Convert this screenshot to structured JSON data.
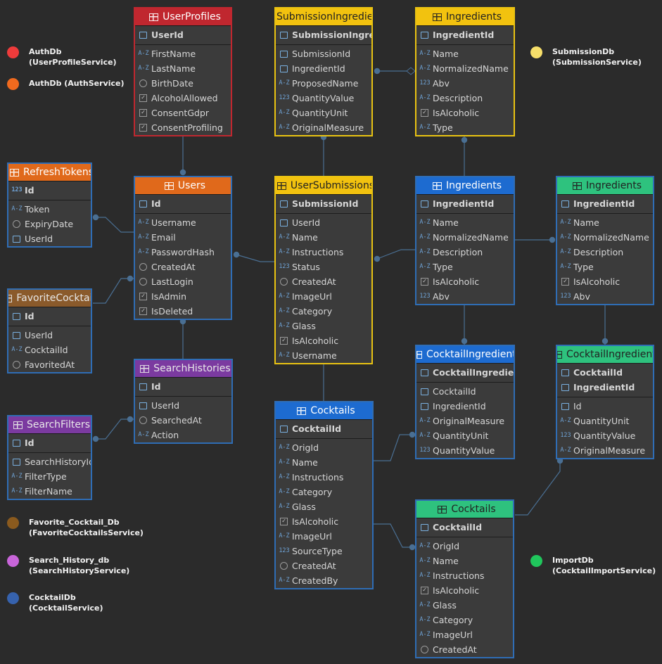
{
  "legends": [
    {
      "line1": "AuthDb",
      "line2": "(UserProfileService)",
      "color": "#ee3b3b"
    },
    {
      "line1": "AuthDb (AuthService)",
      "line2": "",
      "color": "#f06a1e"
    },
    {
      "line1": "SubmissionDb",
      "line2": "(SubmissionService)",
      "color": "#f7df6a"
    },
    {
      "line1": "Favorite_Cocktail_Db",
      "line2": "(FavoriteCocktailsService)",
      "color": "#8a5a1e"
    },
    {
      "line1": "Search_History_db",
      "line2": "(SearchHistoryService)",
      "color": "#c865d9"
    },
    {
      "line1": "CocktailDb",
      "line2": "(CocktailService)",
      "color": "#3662ad"
    },
    {
      "line1": "ImportDb",
      "line2": "(CocktailImportService)",
      "color": "#20c65c"
    }
  ],
  "tables": [
    {
      "id": "user-profiles",
      "title": "UserProfiles",
      "hdr": "#c0272f",
      "fg": "#ffffff",
      "border": "#c0272f",
      "pk": [
        [
          "key",
          "UserId"
        ]
      ],
      "cols": [
        [
          "az",
          "FirstName"
        ],
        [
          "az",
          "LastName"
        ],
        [
          "clk",
          "BirthDate"
        ],
        [
          "cb",
          "AlcoholAllowed"
        ],
        [
          "cb",
          "ConsentGdpr"
        ],
        [
          "cb",
          "ConsentProfiling"
        ]
      ]
    },
    {
      "id": "submission-ingredients",
      "title": "SubmissionIngredients",
      "hdr": "#f2c20f",
      "fg": "#222222",
      "border": "#e9c312",
      "pk": [
        [
          "key",
          "SubmissionIngredientId"
        ]
      ],
      "cols": [
        [
          "key",
          "SubmissionId"
        ],
        [
          "key",
          "IngredientId"
        ],
        [
          "az",
          "ProposedName"
        ],
        [
          "123",
          "QuantityValue"
        ],
        [
          "az",
          "QuantityUnit"
        ],
        [
          "az",
          "OriginalMeasure"
        ]
      ]
    },
    {
      "id": "ingredients-submission",
      "title": "Ingredients",
      "hdr": "#f2c20f",
      "fg": "#222222",
      "border": "#e9c312",
      "pk": [
        [
          "key",
          "IngredientId"
        ]
      ],
      "cols": [
        [
          "az",
          "Name"
        ],
        [
          "az",
          "NormalizedName"
        ],
        [
          "123",
          "Abv"
        ],
        [
          "az",
          "Description"
        ],
        [
          "cb",
          "IsAlcoholic"
        ],
        [
          "az",
          "Type"
        ]
      ]
    },
    {
      "id": "refresh-tokens",
      "title": "RefreshTokens",
      "hdr": "#e0691b",
      "fg": "#ffffff",
      "border": "#2f6db5",
      "pk": [
        [
          "123",
          "Id"
        ]
      ],
      "cols": [
        [
          "az",
          "Token"
        ],
        [
          "clk",
          "ExpiryDate"
        ],
        [
          "key",
          "UserId"
        ]
      ]
    },
    {
      "id": "users",
      "title": "Users",
      "hdr": "#e0691b",
      "fg": "#ffffff",
      "border": "#2f6db5",
      "pk": [
        [
          "key",
          "Id"
        ]
      ],
      "cols": [
        [
          "az",
          "Username"
        ],
        [
          "az",
          "Email"
        ],
        [
          "az",
          "PasswordHash"
        ],
        [
          "clk",
          "CreatedAt"
        ],
        [
          "clk",
          "LastLogin"
        ],
        [
          "cb",
          "IsAdmin"
        ],
        [
          "cb",
          "IsDeleted"
        ]
      ]
    },
    {
      "id": "user-submissions",
      "title": "UserSubmissions",
      "hdr": "#f2c20f",
      "fg": "#222222",
      "border": "#e9c312",
      "pk": [
        [
          "key",
          "SubmissionId"
        ]
      ],
      "cols": [
        [
          "key",
          "UserId"
        ],
        [
          "az",
          "Name"
        ],
        [
          "az",
          "Instructions"
        ],
        [
          "123",
          "Status"
        ],
        [
          "clk",
          "CreatedAt"
        ],
        [
          "az",
          "ImageUrl"
        ],
        [
          "az",
          "Category"
        ],
        [
          "az",
          "Glass"
        ],
        [
          "cb",
          "IsAlcoholic"
        ],
        [
          "az",
          "Username"
        ]
      ]
    },
    {
      "id": "ingredients-cocktail",
      "title": "Ingredients",
      "hdr": "#1d6bd0",
      "fg": "#ffffff",
      "border": "#2f6db5",
      "pk": [
        [
          "key",
          "IngredientId"
        ]
      ],
      "cols": [
        [
          "az",
          "Name"
        ],
        [
          "az",
          "NormalizedName"
        ],
        [
          "az",
          "Description"
        ],
        [
          "az",
          "Type"
        ],
        [
          "cb",
          "IsAlcoholic"
        ],
        [
          "123",
          "Abv"
        ]
      ]
    },
    {
      "id": "ingredients-import",
      "title": "Ingredients",
      "hdr": "#2ec27e",
      "fg": "#222222",
      "border": "#2f6db5",
      "pk": [
        [
          "key",
          "IngredientId"
        ]
      ],
      "cols": [
        [
          "az",
          "Name"
        ],
        [
          "az",
          "NormalizedName"
        ],
        [
          "az",
          "Description"
        ],
        [
          "az",
          "Type"
        ],
        [
          "cb",
          "IsAlcoholic"
        ],
        [
          "123",
          "Abv"
        ]
      ]
    },
    {
      "id": "favorite-cocktails",
      "title": "FavoriteCocktails",
      "hdr": "#8a5a2b",
      "fg": "#e8e8e8",
      "border": "#2f6db5",
      "pk": [
        [
          "key",
          "Id"
        ]
      ],
      "cols": [
        [
          "key",
          "UserId"
        ],
        [
          "az",
          "CocktailId"
        ],
        [
          "clk",
          "FavoritedAt"
        ]
      ]
    },
    {
      "id": "search-histories",
      "title": "SearchHistories",
      "hdr": "#7b3aa0",
      "fg": "#e8e8e8",
      "border": "#2f6db5",
      "pk": [
        [
          "key",
          "Id"
        ]
      ],
      "cols": [
        [
          "key",
          "UserId"
        ],
        [
          "clk",
          "SearchedAt"
        ],
        [
          "az",
          "Action"
        ]
      ]
    },
    {
      "id": "cocktail-ingredients",
      "title": "CocktailIngredients",
      "hdr": "#1d6bd0",
      "fg": "#ffffff",
      "border": "#2f6db5",
      "pk": [
        [
          "key",
          "CocktailIngredientId"
        ]
      ],
      "cols": [
        [
          "key",
          "CocktailId"
        ],
        [
          "key",
          "IngredientId"
        ],
        [
          "az",
          "OriginalMeasure"
        ],
        [
          "az",
          "QuantityUnit"
        ],
        [
          "123",
          "QuantityValue"
        ]
      ]
    },
    {
      "id": "cocktail-ingredients-import",
      "title": "CocktailIngredients",
      "hdr": "#2ec27e",
      "fg": "#222222",
      "border": "#2f6db5",
      "pk": [
        [
          "key",
          "CocktailId"
        ],
        [
          "key",
          "IngredientId"
        ]
      ],
      "cols": [
        [
          "key",
          "Id"
        ],
        [
          "az",
          "QuantityUnit"
        ],
        [
          "123",
          "QuantityValue"
        ],
        [
          "az",
          "OriginalMeasure"
        ]
      ]
    },
    {
      "id": "search-filters",
      "title": "SearchFilters",
      "hdr": "#7b3aa0",
      "fg": "#e8e8e8",
      "border": "#2f6db5",
      "pk": [
        [
          "key",
          "Id"
        ]
      ],
      "cols": [
        [
          "key",
          "SearchHistoryId"
        ],
        [
          "az",
          "FilterType"
        ],
        [
          "az",
          "FilterName"
        ]
      ]
    },
    {
      "id": "cocktails",
      "title": "Cocktails",
      "hdr": "#1d6bd0",
      "fg": "#ffffff",
      "border": "#2f6db5",
      "pk": [
        [
          "key",
          "CocktailId"
        ]
      ],
      "cols": [
        [
          "az",
          "OrigId"
        ],
        [
          "az",
          "Name"
        ],
        [
          "az",
          "Instructions"
        ],
        [
          "az",
          "Category"
        ],
        [
          "az",
          "Glass"
        ],
        [
          "cb",
          "IsAlcoholic"
        ],
        [
          "az",
          "ImageUrl"
        ],
        [
          "123",
          "SourceType"
        ],
        [
          "clk",
          "CreatedAt"
        ],
        [
          "az",
          "CreatedBy"
        ]
      ]
    },
    {
      "id": "cocktails-import",
      "title": "Cocktails",
      "hdr": "#2ec27e",
      "fg": "#222222",
      "border": "#2f6db5",
      "pk": [
        [
          "key",
          "CocktailId"
        ]
      ],
      "cols": [
        [
          "az",
          "OrigId"
        ],
        [
          "az",
          "Name"
        ],
        [
          "az",
          "Instructions"
        ],
        [
          "cb",
          "IsAlcoholic"
        ],
        [
          "az",
          "Glass"
        ],
        [
          "az",
          "Category"
        ],
        [
          "az",
          "ImageUrl"
        ],
        [
          "clk",
          "CreatedAt"
        ]
      ]
    }
  ]
}
